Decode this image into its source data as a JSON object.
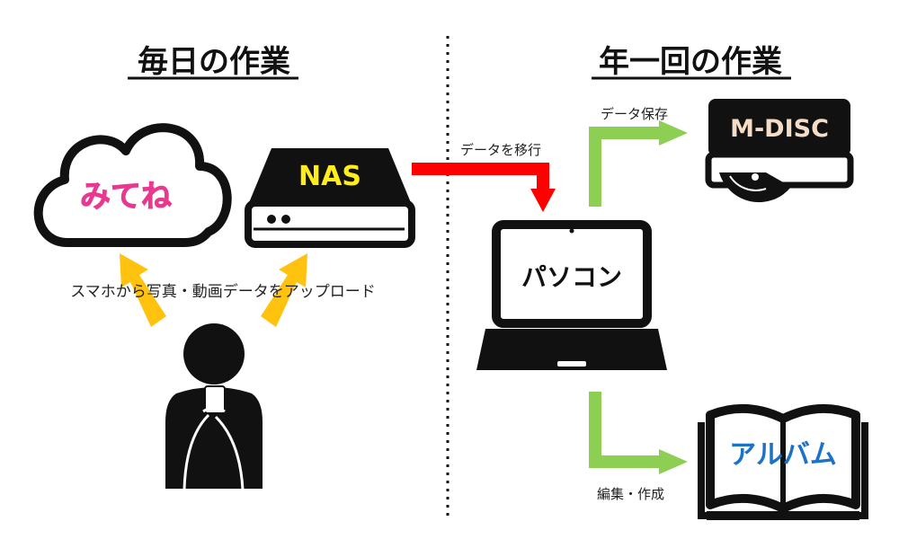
{
  "sections": {
    "daily_title": "毎日の作業",
    "yearly_title": "年一回の作業"
  },
  "nodes": {
    "cloud_label": "みてね",
    "nas_label": "NAS",
    "mdisc_label": "M-DISC",
    "laptop_label": "パソコン",
    "album_label": "アルバム"
  },
  "captions": {
    "upload": "スマホから写真・動画データをアップロード",
    "migrate": "データを移行",
    "save": "データ保存",
    "edit": "編集・作成"
  },
  "colors": {
    "cloud_text": "#e8388f",
    "nas_text": "#ffec1a",
    "mdisc_text": "#f5dcc6",
    "album_text": "#1a73c8",
    "arrow_upload": "#ffc20e",
    "arrow_migrate": "#ff0000",
    "arrow_green": "#8dcf52",
    "ink": "#111111"
  },
  "icons": [
    "cloud-icon",
    "nas-icon",
    "person-phone-icon",
    "laptop-icon",
    "optical-drive-icon",
    "open-book-icon"
  ]
}
